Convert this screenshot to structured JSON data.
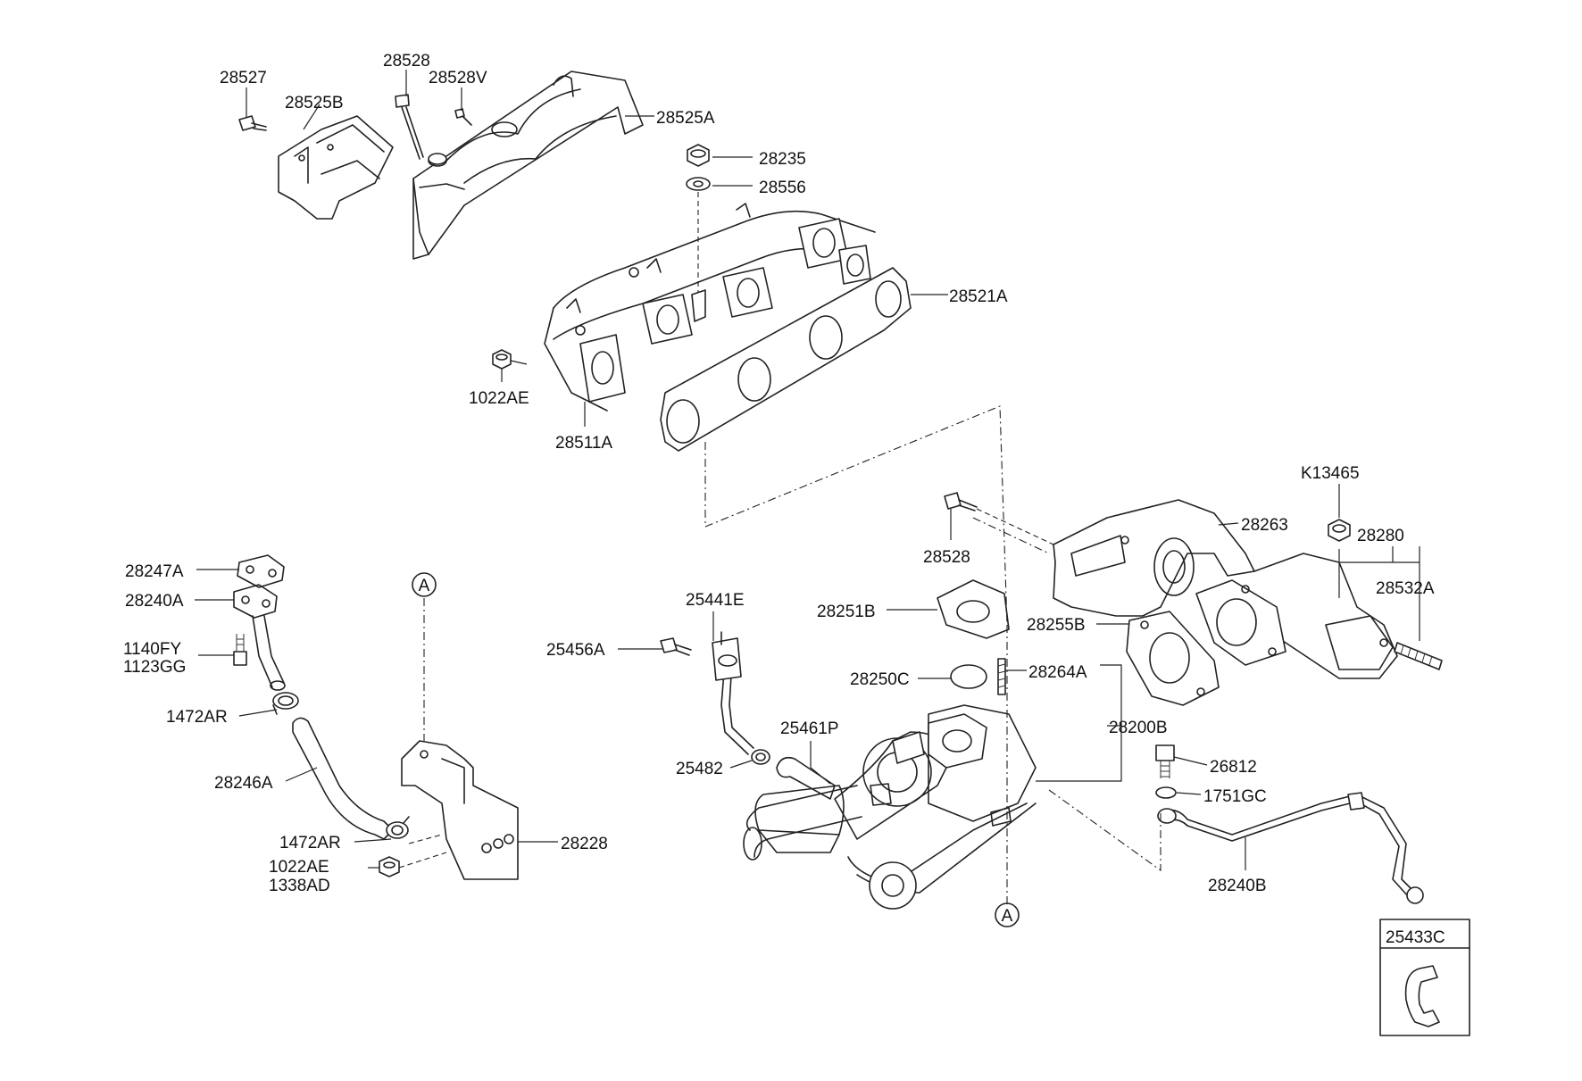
{
  "diagram": {
    "parts": [
      "28527",
      "28525B",
      "28528",
      "28528V",
      "28525A",
      "28235",
      "28556",
      "28521A",
      "1022AE",
      "28511A",
      "K13465",
      "28263",
      "28280",
      "28528",
      "28532A",
      "28251B",
      "28255B",
      "28247A",
      "28240A",
      "1140FY",
      "1123GG",
      "1472AR",
      "28246A",
      "1472AR",
      "1022AE",
      "1338AD",
      "28228",
      "25441E",
      "25456A",
      "28250C",
      "28264A",
      "25461P",
      "25482",
      "28200B",
      "26812",
      "1751GC",
      "28240B",
      "25433C"
    ],
    "ref_markers": [
      "A",
      "A"
    ]
  }
}
